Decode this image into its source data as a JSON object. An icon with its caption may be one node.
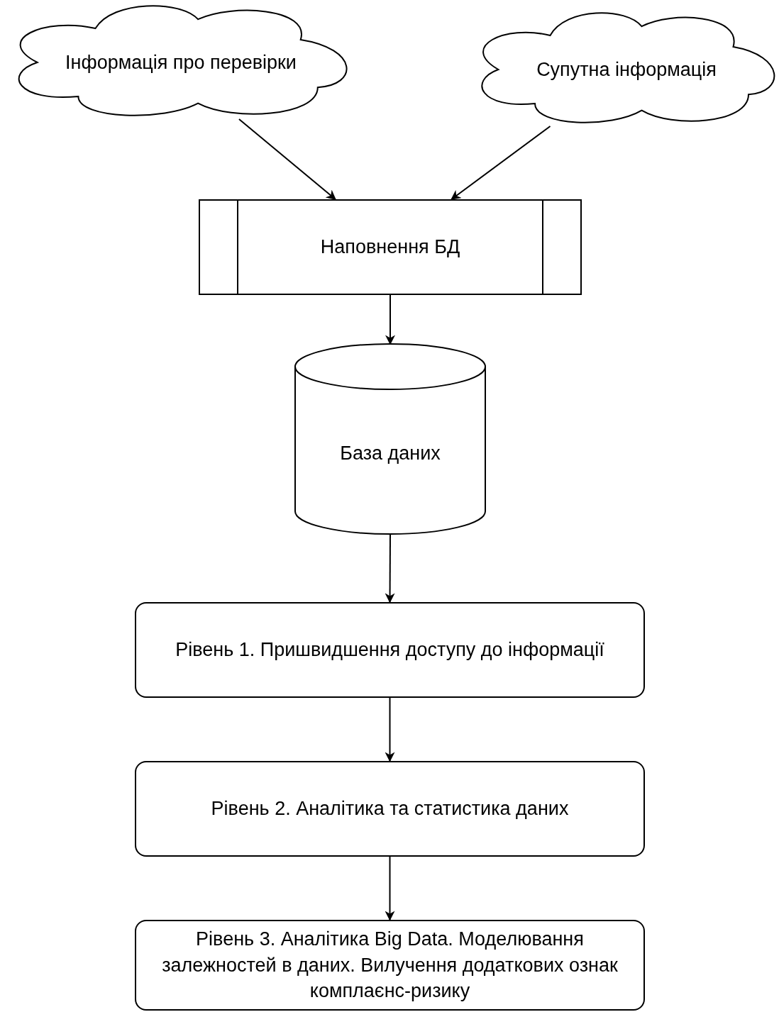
{
  "diagram": {
    "nodes": [
      {
        "text": [
          "Інформація про перевірки"
        ]
      },
      {
        "text": [
          "Супутна інформація"
        ]
      },
      {
        "text": [
          "Наповнення БД"
        ]
      },
      {
        "text": [
          "База даних"
        ]
      },
      {
        "text": [
          "Рівень 1. Пришвидшення доступу до інформації"
        ]
      },
      {
        "text": [
          "Рівень 2. Аналітика та статистика даних"
        ]
      },
      {
        "text": [
          "Рівень 3. Аналітика Big Data. Моделювання залежностей в даних. Вилучення додаткових ознак комплаєнс-ризику"
        ]
      }
    ],
    "edges": [
      {
        "from": 0,
        "to": 2,
        "arrow": "to"
      },
      {
        "from": 1,
        "to": 2,
        "arrow": "to"
      },
      {
        "from": 2,
        "to": 3,
        "arrow": "to"
      },
      {
        "from": 3,
        "to": 4,
        "arrow": "to"
      },
      {
        "from": 4,
        "to": 5,
        "arrow": "to"
      },
      {
        "from": 5,
        "to": 6,
        "arrow": "to"
      }
    ]
  }
}
